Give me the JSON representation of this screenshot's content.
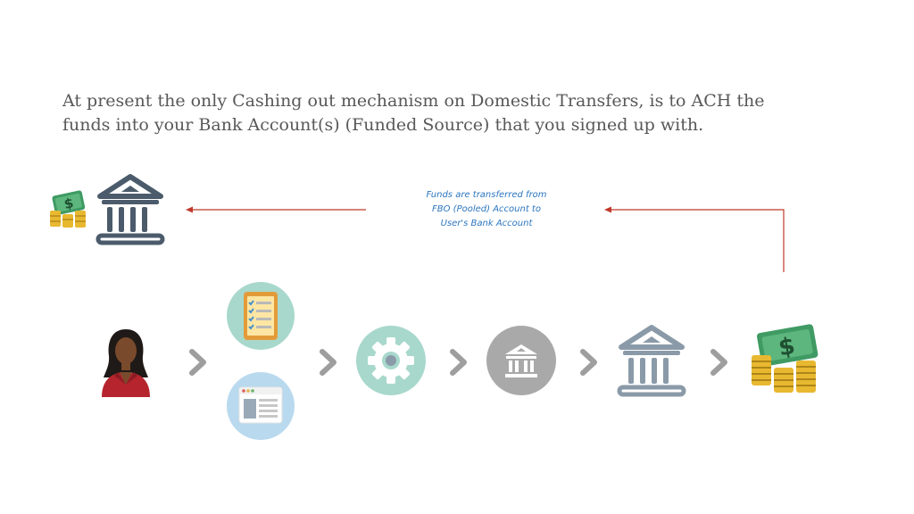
{
  "headline": {
    "line1": "At present the only Cashing out mechanism on Domestic Transfers, is to ACH the",
    "line2": "funds into your Bank Account(s) (Funded Source) that you signed up with."
  },
  "annotation": {
    "line1": "Funds are transferred from",
    "line2": "FBO (Pooled) Account to",
    "line3": "User's Bank Account"
  },
  "colors": {
    "arrow_red": "#c0392b",
    "chevron_gray": "#9e9e9e",
    "bank_dark": "#4b5b6b",
    "bank_light": "#8a9aa8",
    "mint": "#a8d8cc",
    "sky": "#b9d9ee",
    "gray_circle": "#a9a9a9",
    "money_green": "#3f9a63",
    "coin_gold": "#e8b830"
  },
  "icons": [
    "money-icon",
    "bank-icon",
    "user-avatar-icon",
    "tablet-checklist-icon",
    "web-form-icon",
    "gear-icon",
    "bank-circle-icon",
    "bank-outline-icon",
    "money-stack-icon"
  ]
}
